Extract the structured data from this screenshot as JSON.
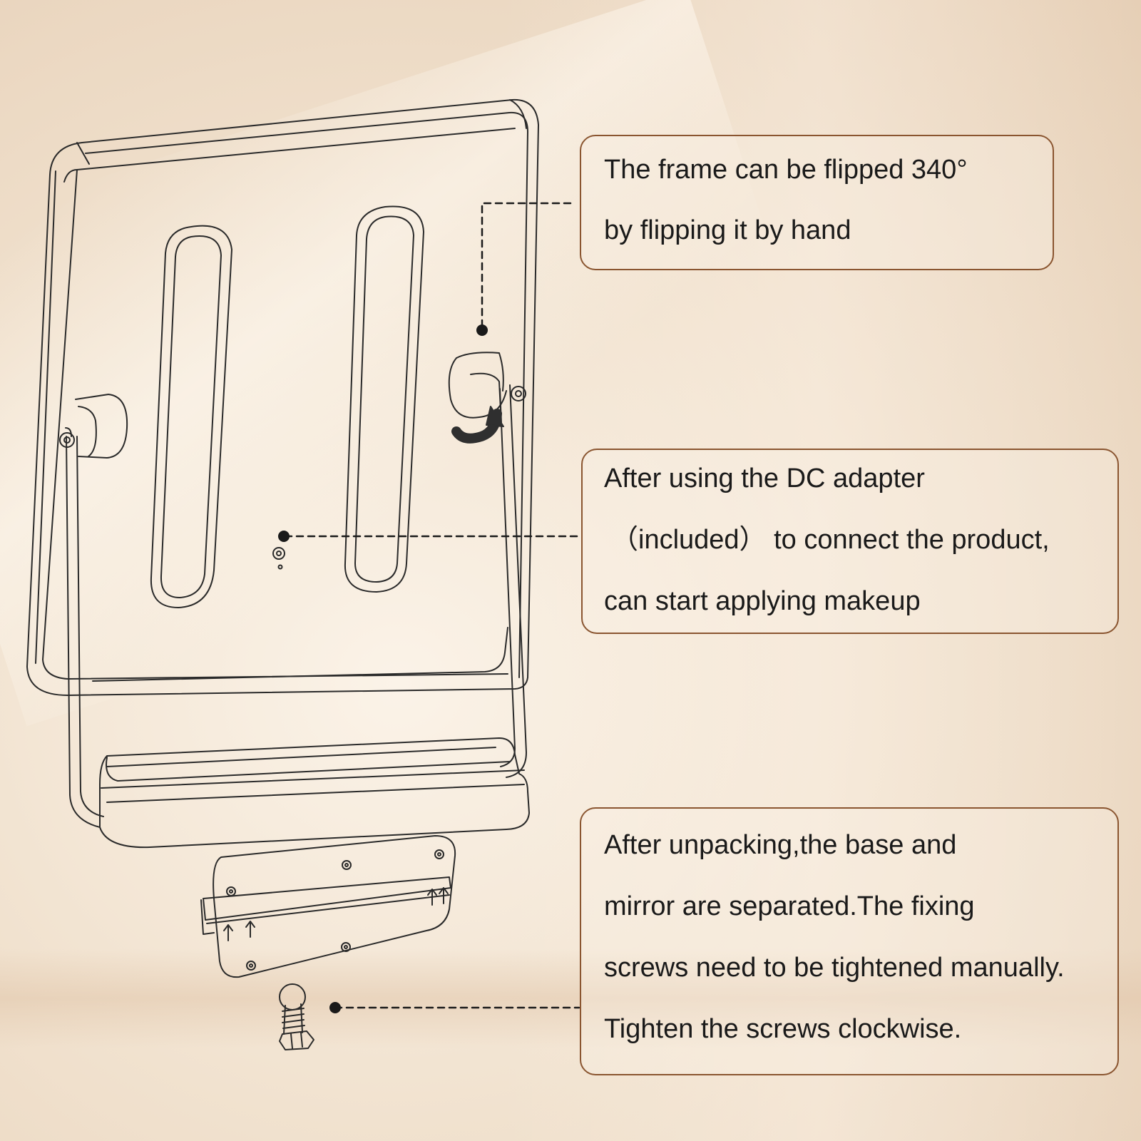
{
  "callouts": {
    "frame_flip": {
      "lines": [
        "The frame can be flipped 340°",
        "by flipping it by hand"
      ]
    },
    "dc_adapter": {
      "lines": [
        "After using the DC adapter",
        "（included）  to connect the product,",
        "can start applying makeup"
      ]
    },
    "base_screws": {
      "lines": [
        "After unpacking,the base and",
        "mirror are separated.The fixing",
        "screws need to be tightened manually.",
        "Tighten the screws clockwise."
      ]
    }
  },
  "colors": {
    "callout_border": "#8a5530",
    "text": "#1a1a1a",
    "line_art": "#2a2a2a"
  }
}
